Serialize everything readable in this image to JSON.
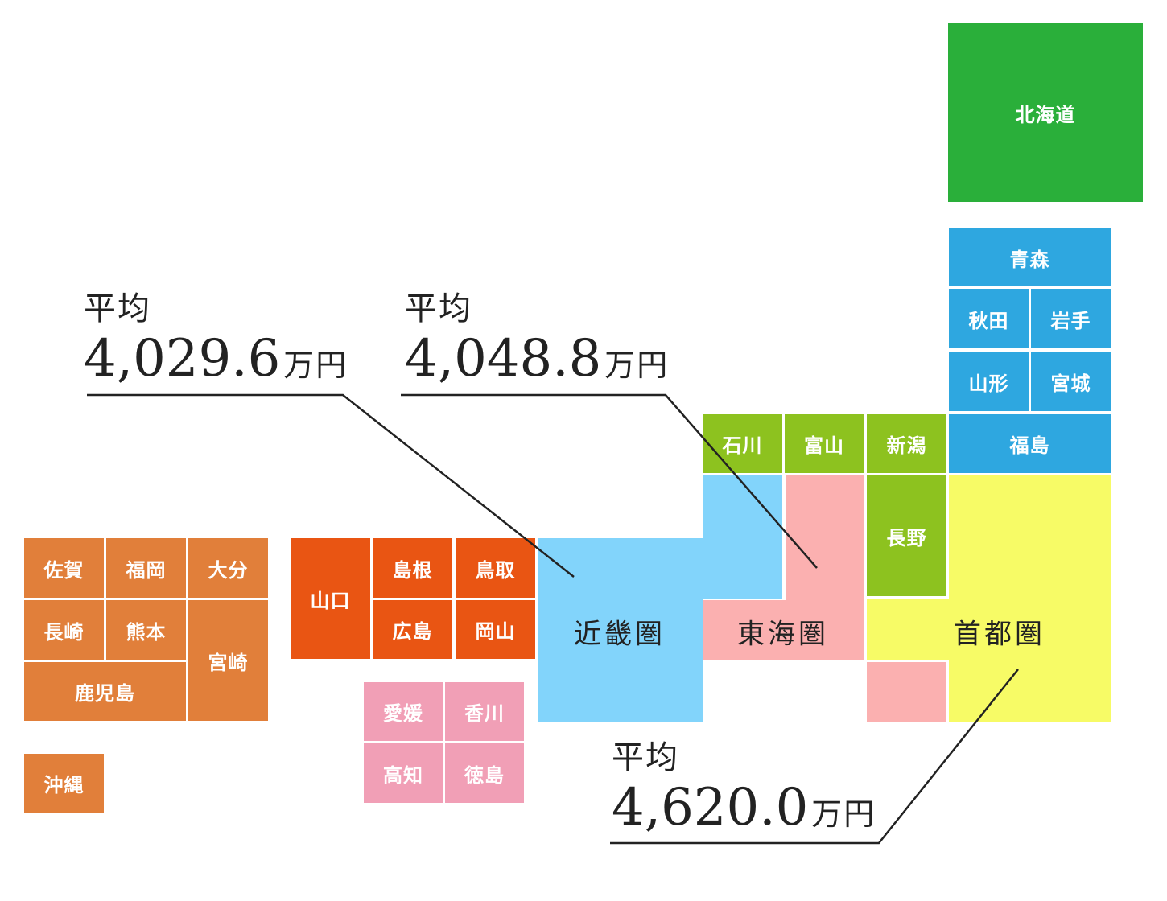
{
  "colors": {
    "hokkaido": "#2aaf3a",
    "tohoku": "#2ea7e0",
    "hokuriku": "#8dc21f",
    "kinki": "#82d4fb",
    "tokai": "#fbb0b0",
    "shutoken": "#f7fb66",
    "chugoku": "#e95513",
    "shikoku": "#f19fb6",
    "kyushu": "#e17f3a",
    "leader": "#222222"
  },
  "prefectures": {
    "hokkaido": "北海道",
    "aomori": "青森",
    "akita": "秋田",
    "iwate": "岩手",
    "yamagata": "山形",
    "miyagi": "宮城",
    "fukushima": "福島",
    "ishikawa": "石川",
    "toyama": "富山",
    "niigata": "新潟",
    "nagano": "長野",
    "yamaguchi": "山口",
    "shimane": "島根",
    "tottori": "鳥取",
    "hiroshima": "広島",
    "okayama": "岡山",
    "ehime": "愛媛",
    "kagawa": "香川",
    "kochi": "高知",
    "tokushima": "徳島",
    "saga": "佐賀",
    "fukuoka": "福岡",
    "oita": "大分",
    "nagasaki": "長崎",
    "kumamoto": "熊本",
    "miyazaki": "宮崎",
    "kagoshima": "鹿児島",
    "okinawa": "沖縄"
  },
  "regions": {
    "kinki": "近畿圏",
    "tokai": "東海圏",
    "shutoken": "首都圏"
  },
  "callouts": {
    "kinki": {
      "caption": "平均",
      "value": "4,029.6",
      "unit": "万円"
    },
    "tokai": {
      "caption": "平均",
      "value": "4,048.8",
      "unit": "万円"
    },
    "shutoken": {
      "caption": "平均",
      "value": "4,620.0",
      "unit": "万円"
    }
  }
}
